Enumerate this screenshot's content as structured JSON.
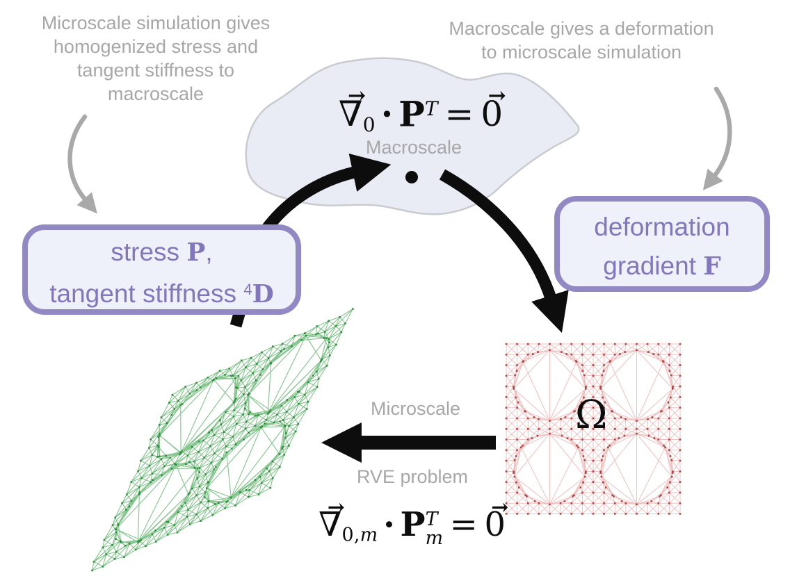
{
  "colors": {
    "gray_text": "#a7a7a7",
    "gray_arrow": "#a9a9a9",
    "black": "#0d0d0d",
    "blob_fill": "#e9ebf5",
    "blob_stroke": "#c9cbd1",
    "box_fill": "#eef0fa",
    "box_border": "#9289c4",
    "box_text": "#8277bc",
    "red_mesh_line": "rgba(225,115,115,0.45)",
    "red_mesh_node": "rgba(163,45,45,0.85)",
    "green_mesh_line": "rgba(55,160,70,0.6)",
    "green_mesh_node": "rgba(38,140,54,0.95)"
  },
  "annotations": {
    "top_left": [
      "Microscale simulation gives",
      "homogenized stress and",
      "tangent stiffness to",
      "macroscale"
    ],
    "top_right": [
      "Macroscale gives a deformation",
      "to microscale simulation"
    ],
    "macroscale_label": "Macroscale",
    "microscale_label": "Microscale",
    "rve_label": "RVE problem",
    "omega": "Ω"
  },
  "boxes": {
    "left": {
      "line1_pre": "stress ",
      "line1_tensor": "P",
      "line1_post": ",",
      "line2_pre": "tangent stiffness ",
      "line2_sup": "4",
      "line2_tensor": "D"
    },
    "right": {
      "line1": "deformation",
      "line2_pre": "gradient ",
      "line2_tensor": "F"
    }
  },
  "equations": {
    "macro": {
      "vec_arrow": "→",
      "nabla": "∇",
      "nabla_sub": "0",
      "dot": "·",
      "tensor": "P",
      "tensor_sup": "T",
      "equals": "=",
      "zero": "0"
    },
    "micro": {
      "vec_arrow": "→",
      "nabla": "∇",
      "nabla_sub_num": "0,",
      "nabla_sub_m": "m",
      "dot": "·",
      "tensor": "P",
      "tensor_sup": "T",
      "tensor_sub": "m",
      "equals": "=",
      "zero": "0"
    }
  }
}
